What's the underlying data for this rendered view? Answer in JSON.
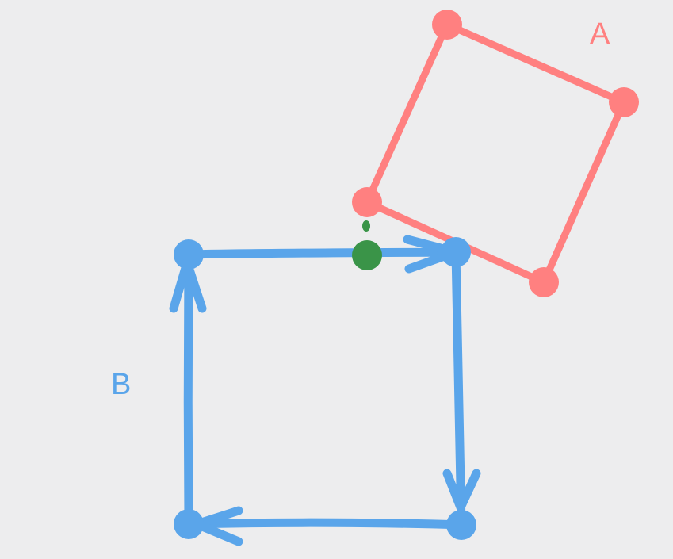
{
  "labels": {
    "a": "A",
    "b": "B"
  },
  "colors": {
    "background": "#ededee",
    "shape_a": "#ff8080",
    "shape_b": "#5aa5ea",
    "intersection_point": "#3a9448"
  },
  "diagram": {
    "shape_a": {
      "kind": "square",
      "vertex_count": 4,
      "directed": false
    },
    "shape_b": {
      "kind": "square",
      "vertex_count": 4,
      "directed": true,
      "direction": "clockwise"
    },
    "intersection_marker": {
      "kind": "dot",
      "shape": "point",
      "has_tick_mark": true
    }
  }
}
